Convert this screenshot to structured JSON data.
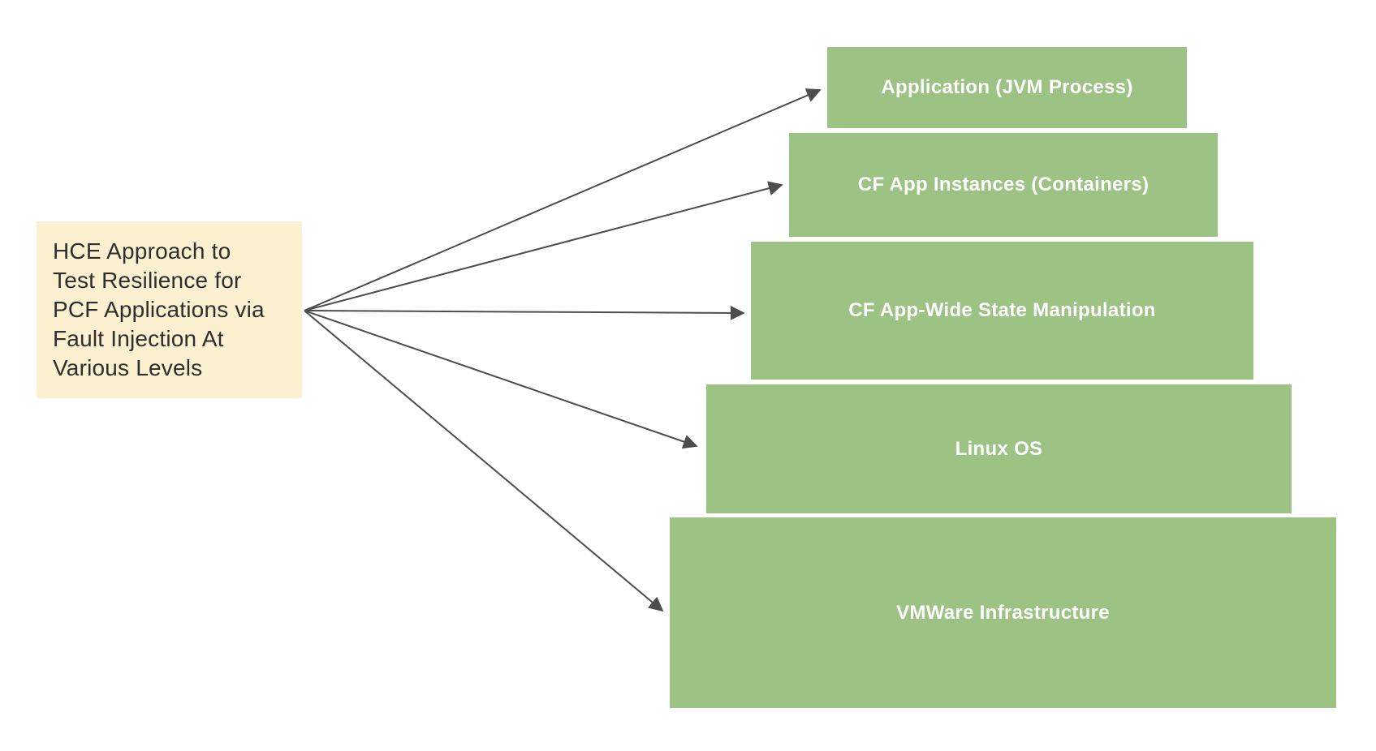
{
  "diagram": {
    "source_box": {
      "text": "HCE Approach to\nTest Resilience for\nPCF Applications via\nFault Injection At\nVarious Levels"
    },
    "levels": [
      {
        "label": "Application (JVM Process)"
      },
      {
        "label": "CF App Instances (Containers)"
      },
      {
        "label": "CF App-Wide State Manipulation"
      },
      {
        "label": "Linux OS"
      },
      {
        "label": "VMWare Infrastructure"
      }
    ],
    "colors": {
      "background": "#FFFFFF",
      "source_box_bg": "#FBF0D0",
      "source_text": "#2E2E2E",
      "level_bg": "#9CC284",
      "level_text": "#FFFFFF",
      "arrow": "#4D4D4D"
    }
  }
}
